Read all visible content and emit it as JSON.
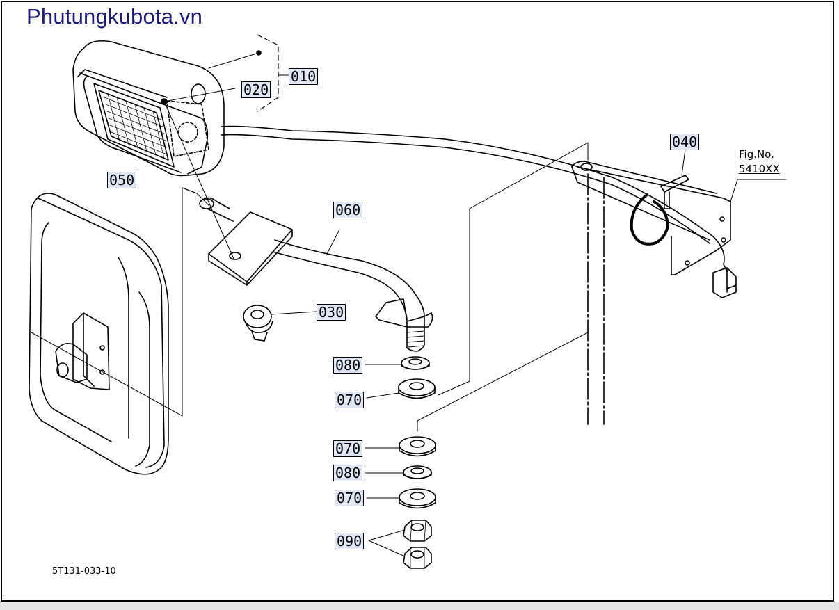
{
  "watermark": "Phutungkubota.vn",
  "figure": {
    "fig_no_label": "Fig.No.",
    "fig_no_value": "5410XX",
    "diagram_code": "5T131-033-10"
  },
  "parts": {
    "p010": "010",
    "p020": "020",
    "p030": "030",
    "p040": "040",
    "p050": "050",
    "p060": "060",
    "p070a": "070",
    "p070b": "070",
    "p070c": "070",
    "p080a": "080",
    "p080b": "080",
    "p090": "090"
  },
  "colors": {
    "label_background": "#dfe6f6",
    "watermark": "#1a1a7a",
    "line": "#000000"
  }
}
